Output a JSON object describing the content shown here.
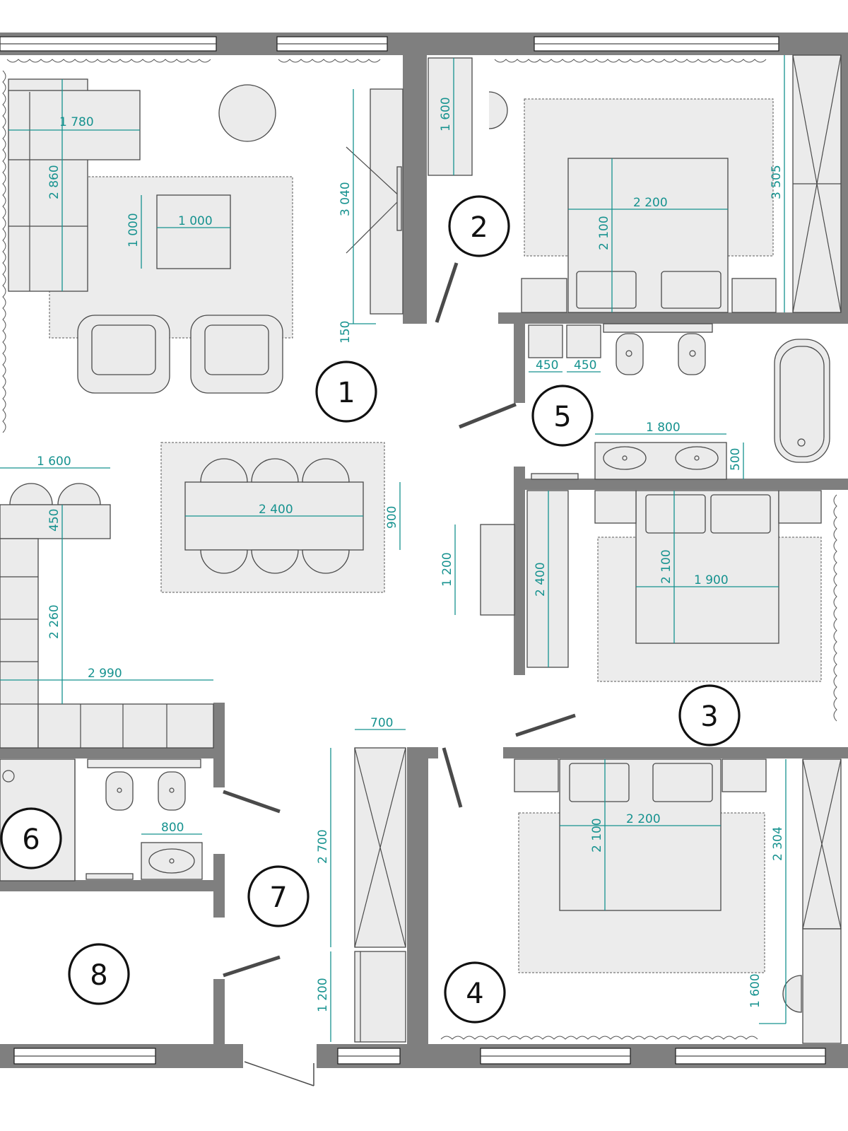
{
  "rooms": [
    {
      "id": "room-1",
      "label": "1"
    },
    {
      "id": "room-2",
      "label": "2"
    },
    {
      "id": "room-3",
      "label": "3"
    },
    {
      "id": "room-4",
      "label": "4"
    },
    {
      "id": "room-5",
      "label": "5"
    },
    {
      "id": "room-6",
      "label": "6"
    },
    {
      "id": "room-7",
      "label": "7"
    },
    {
      "id": "room-8",
      "label": "8"
    }
  ],
  "dimensions": {
    "sofa_width": "1 780",
    "sofa_length": "2 860",
    "coffee_table_w": "1 000",
    "coffee_table_h": "1 000",
    "wardrobe_len": "3 040",
    "wardrobe_gap": "150",
    "desk_len": "1 600",
    "bed2_width": "2 200",
    "bed2_length": "2 100",
    "closet2_len": "3 505",
    "cab_a": "450",
    "cab_b": "450",
    "vanity5_w": "1 800",
    "vanity5_d": "500",
    "bar_w": "1 600",
    "bar_d": "450",
    "dining_w": "2 400",
    "dining_d": "900",
    "kitchen_len": "2 260",
    "kitchen_run": "2 990",
    "tv_w": "1 200",
    "wardrobe3_len": "2 400",
    "bed3_width": "1 900",
    "bed3_length": "2 100",
    "hall_cab_d": "700",
    "hall_cab_len": "2 700",
    "hall_cab2_len": "1 200",
    "bed4_width": "2 200",
    "bed4_length": "2 100",
    "closet4_len": "2 304",
    "desk4_len": "1 600",
    "vanity6_w": "800"
  }
}
